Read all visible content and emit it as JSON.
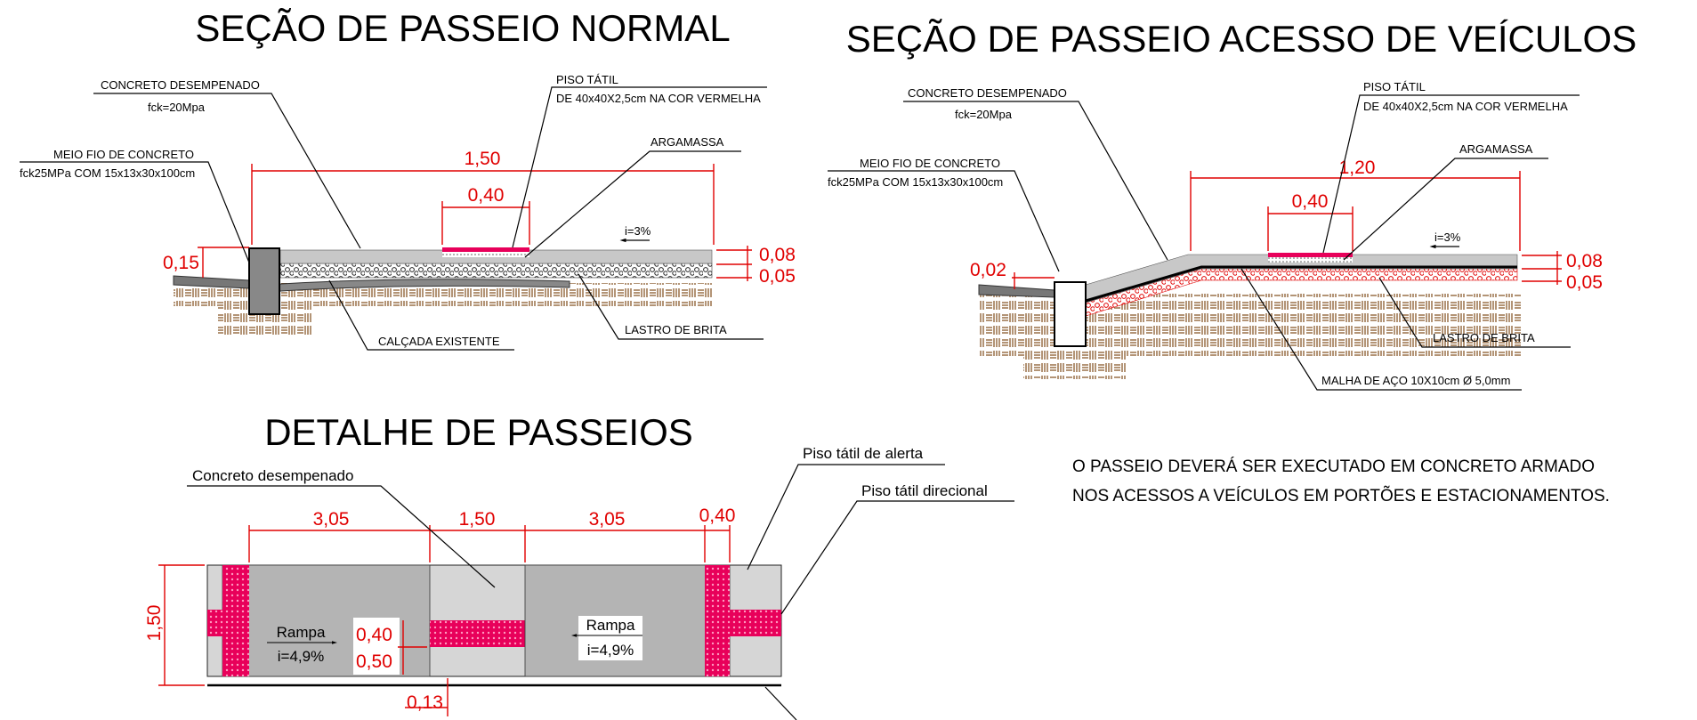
{
  "normal": {
    "title": "SEÇÃO DE PASSEIO NORMAL",
    "concrete_label": "CONCRETO DESEMPENADO",
    "concrete_fck": "fck=20Mpa",
    "curb_label": "MEIO FIO DE CONCRETO",
    "curb_spec": "fck25MPa COM 15x13x30x100cm",
    "tactile_label": "PISO TÁTIL",
    "tactile_spec": "DE 40x40X2,5cm NA COR VERMELHA",
    "mortar_label": "ARGAMASSA",
    "existing_label": "CALÇADA EXISTENTE",
    "gravel_label": "LASTRO DE BRITA",
    "slope": "i=3%",
    "dim_width": "1,50",
    "dim_tactile": "0,40",
    "dim_curb": "0,15",
    "dim_top": "0,08",
    "dim_base": "0,05"
  },
  "vehicle": {
    "title": "SEÇÃO DE PASSEIO ACESSO DE VEÍCULOS",
    "concrete_label": "CONCRETO DESEMPENADO",
    "concrete_fck": "fck=20Mpa",
    "curb_label": "MEIO FIO DE CONCRETO",
    "curb_spec": "fck25MPa COM 15x13x30x100cm",
    "tactile_label": "PISO TÁTIL",
    "tactile_spec": "DE 40x40X2,5cm NA COR VERMELHA",
    "mortar_label": "ARGAMASSA",
    "gravel_label": "LASTRO DE BRITA",
    "mesh_label": "MALHA DE AÇO 10X10cm Ø 5,0mm",
    "slope": "i=3%",
    "dim_width": "1,20",
    "dim_tactile": "0,40",
    "dim_curb": "0,02",
    "dim_top": "0,08",
    "dim_base": "0,05"
  },
  "detail": {
    "title": "DETALHE DE PASSEIOS",
    "concrete_label": "Concreto desempenado",
    "alert_label": "Piso tátil de alerta",
    "directional_label": "Piso tátil direcional",
    "dim_a": "3,05",
    "dim_b": "1,50",
    "dim_c": "3,05",
    "dim_d": "0,40",
    "dim_height": "1,50",
    "dim_e": "0,40",
    "dim_f": "0,50",
    "dim_g": "0,13",
    "ramp_left": "Rampa",
    "ramp_left_slope": "i=4,9%",
    "ramp_right": "Rampa",
    "ramp_right_slope": "i=4,9%"
  },
  "note": {
    "line1": "O PASSEIO DEVERÁ SER EXECUTADO EM CONCRETO ARMADO",
    "line2": "NOS ACESSOS A VEÍCULOS EM PORTÕES E ESTACIONAMENTOS."
  }
}
